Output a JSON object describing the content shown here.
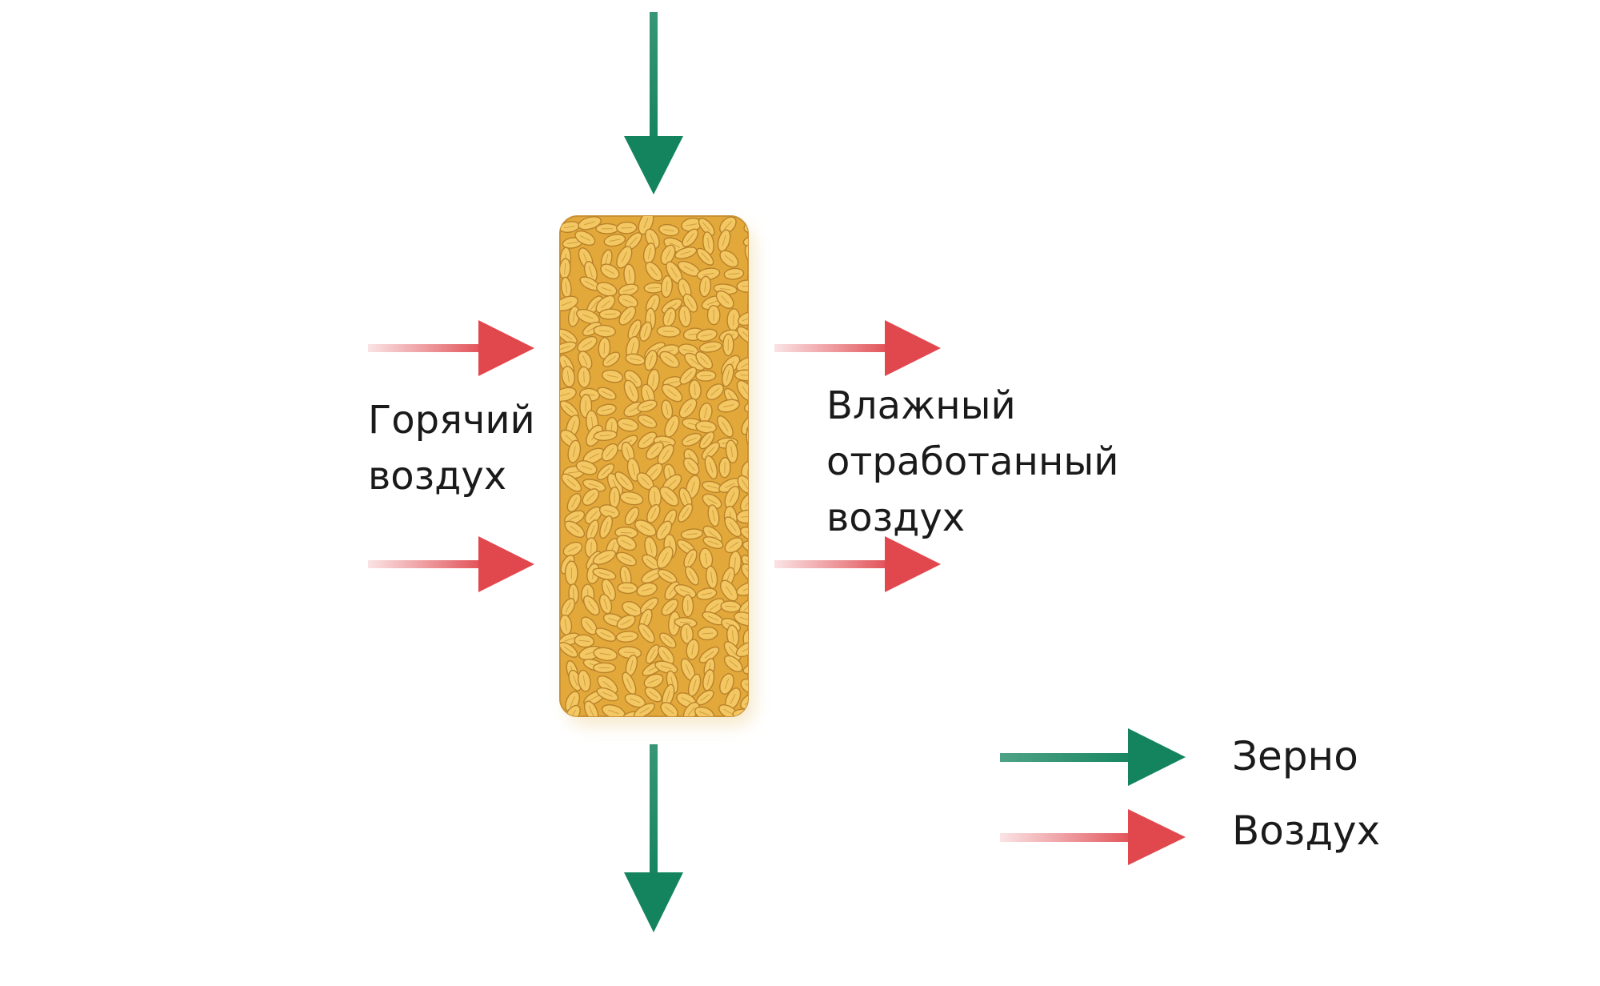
{
  "labels": {
    "hot_air": [
      "Горячий",
      "воздух"
    ],
    "humid_air": [
      "Влажный",
      "отработанный",
      "воздух"
    ]
  },
  "legend": {
    "grain": "Зерно",
    "air": "Воздух"
  },
  "colors": {
    "grain_arrow": "#14845e",
    "air_arrow": "#e0484e",
    "grain_fill": "#e2a83a",
    "grain_kernel": "#f3c863",
    "grain_edge": "#b9812a",
    "text": "#1a1a1a"
  },
  "icons": {
    "grain_flow": "green-arrow-icon",
    "air_flow": "red-arrow-icon",
    "grain_column": "grain-kernels-icon"
  }
}
